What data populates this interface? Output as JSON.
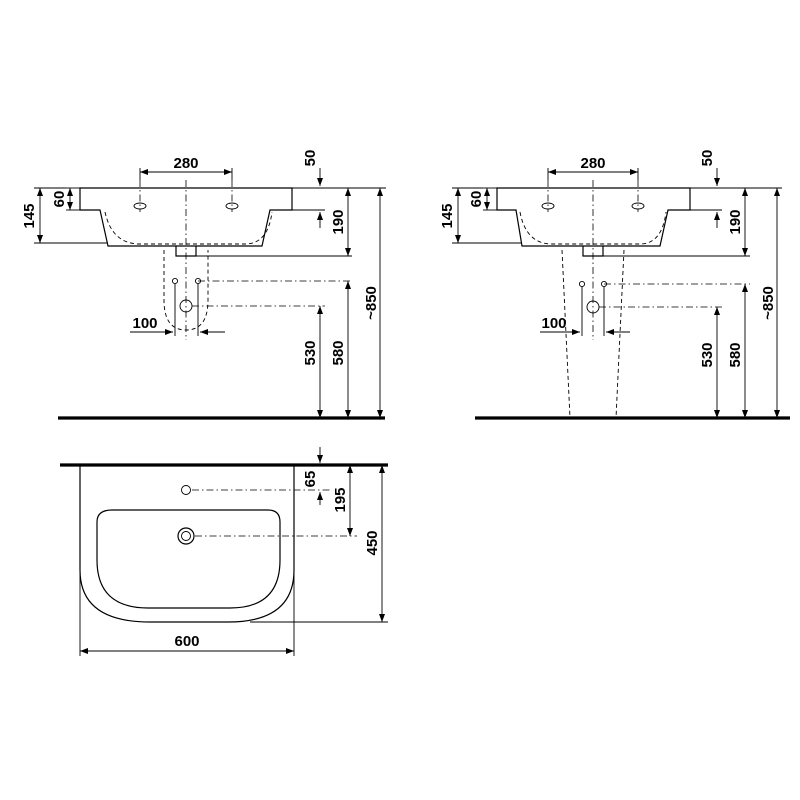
{
  "colors": {
    "line": "#000000",
    "background": "#ffffff"
  },
  "front_view": {
    "tap_spacing": "280",
    "overflow": "50",
    "rim_thickness": "60",
    "basin_depth": "145",
    "trap_offset": "190",
    "hole_offset": "100",
    "waste_height": "530",
    "supply_height": "580",
    "rim_height": "~850"
  },
  "side_view": {
    "tap_spacing": "280",
    "overflow": "50",
    "rim_thickness": "60",
    "basin_depth": "145",
    "trap_offset": "190",
    "hole_offset": "100",
    "waste_height": "530",
    "supply_height": "580",
    "rim_height": "~850"
  },
  "top_view": {
    "tap_hole_distance": "65",
    "drain_distance": "195",
    "depth": "450",
    "width": "600"
  }
}
